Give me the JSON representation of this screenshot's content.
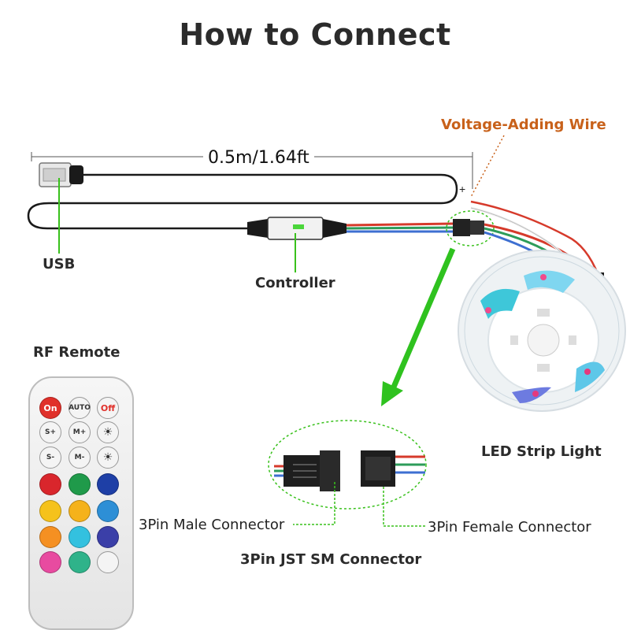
{
  "title": "How to Connect",
  "length_label": "0.5m/1.64ft",
  "voltage_label": "Voltage-Adding Wire",
  "plus_sign": "+",
  "usb_label": "USB",
  "controller_label": "Controller",
  "remote_title": "RF Remote",
  "strip_label": "LED Strip Light",
  "male_label": "3Pin Male Connector",
  "female_label": "3Pin Female Connector",
  "jst_label": "3Pin JST SM Connector",
  "remote_buttons": [
    {
      "label": "On",
      "color": "#e0302a",
      "text_color": "#ffffff"
    },
    {
      "label": "AUTO",
      "color": "#f4f4f4",
      "text_color": "#333333"
    },
    {
      "label": "Off",
      "color": "#f4f4f4",
      "text_color": "#e0302a"
    },
    {
      "label": "S+",
      "color": "#f4f4f4",
      "text_color": "#333333"
    },
    {
      "label": "M+",
      "color": "#f4f4f4",
      "text_color": "#333333"
    },
    {
      "label": "",
      "color": "#f4f4f4",
      "text_color": "#333333",
      "icon": "brightness-up-icon"
    },
    {
      "label": "S-",
      "color": "#f4f4f4",
      "text_color": "#333333"
    },
    {
      "label": "M-",
      "color": "#f4f4f4",
      "text_color": "#333333"
    },
    {
      "label": "",
      "color": "#f4f4f4",
      "text_color": "#333333",
      "icon": "brightness-down-icon"
    },
    {
      "label": "",
      "color": "#d9262c"
    },
    {
      "label": "",
      "color": "#1f9a4a"
    },
    {
      "label": "",
      "color": "#1e3fa6"
    },
    {
      "label": "",
      "color": "#f5c21b"
    },
    {
      "label": "",
      "color": "#f5b21b"
    },
    {
      "label": "",
      "color": "#2d8fd6"
    },
    {
      "label": "",
      "color": "#f59022"
    },
    {
      "label": "",
      "color": "#33c1df"
    },
    {
      "label": "",
      "color": "#3b3fa8"
    },
    {
      "label": "",
      "color": "#e84ba0"
    },
    {
      "label": "",
      "color": "#2fb38a"
    },
    {
      "label": "",
      "color": "#f4f4f4"
    }
  ],
  "colors": {
    "arrow": "#2fc21f",
    "guide": "#39c11c",
    "voltage": "#c8611a",
    "cable": "#1a1a1a"
  }
}
